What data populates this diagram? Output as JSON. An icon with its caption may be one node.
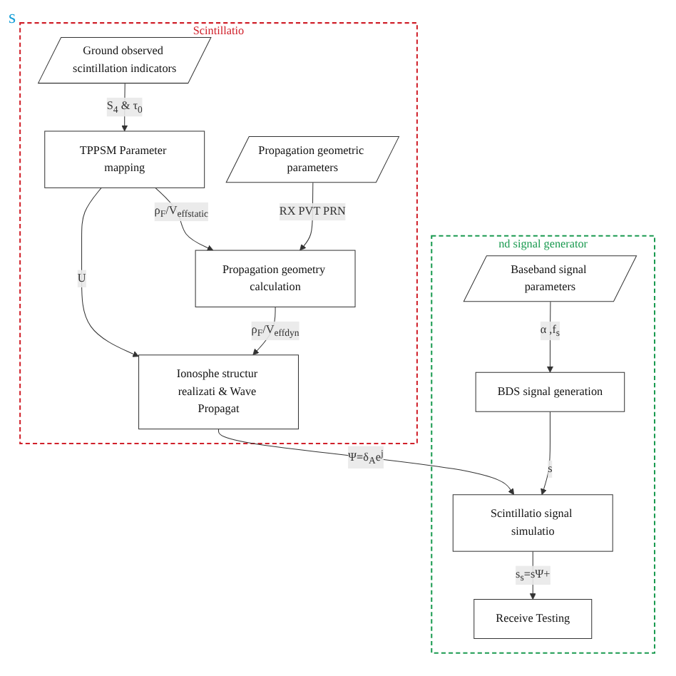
{
  "diagram": {
    "nodes": [
      {
        "text": [
          "Scintillatio"
        ]
      },
      {
        "text": [
          "Ground observed scintillation indicators"
        ],
        "in": 0
      },
      {
        "text": [
          "TPPSM Parameter mapping"
        ],
        "in": 0
      },
      {
        "text": [
          "Ionosphe structur realizati & Wave Propagat"
        ],
        "in": 0
      },
      {
        "text": [
          "Propagation geometric parameters"
        ],
        "in": 0
      },
      {
        "text": [
          "Propagation geometry calculation"
        ],
        "in": 0
      },
      {
        "text": [
          "nd signal generator"
        ]
      },
      {
        "text": [
          "Baseband signal parameters"
        ],
        "in": 6
      },
      {
        "text": [
          "BDS signal generation"
        ],
        "in": 6
      },
      {
        "text": [
          "Scintillatio signal simulatio"
        ],
        "in": 6
      },
      {
        "text": [
          "Receive Testing"
        ],
        "in": 6
      }
    ],
    "edges": [
      {
        "from": 1,
        "to": 2,
        "arrow": "to",
        "label": "S$_{4}$ & τ$_{0}$"
      },
      {
        "from": 2,
        "to": 3,
        "arrow": "to",
        "label": "U"
      },
      {
        "from": 2,
        "to": 5,
        "arrow": "to",
        "label": "ρ$_{F}$/V$_{effstatic}$"
      },
      {
        "from": 4,
        "to": 5,
        "arrow": "to",
        "label": "RX PVT PRN"
      },
      {
        "from": 5,
        "to": 3,
        "arrow": "to",
        "label": "ρ$_{F}$/V$_{effdyn}$"
      },
      {
        "from": 3,
        "to": 9,
        "arrow": "to",
        "label": "Ψ=δ$_{A}$e$^{j}$"
      },
      {
        "from": 7,
        "to": 8,
        "arrow": "to",
        "label": "α ,f$_{s}$"
      },
      {
        "from": 8,
        "to": 9,
        "arrow": "to",
        "label": "s"
      },
      {
        "from": 9,
        "to": 10,
        "arrow": "to",
        "label": "s$_{s}$=sΨ+"
      }
    ],
    "labels": [
      "s"
    ]
  }
}
